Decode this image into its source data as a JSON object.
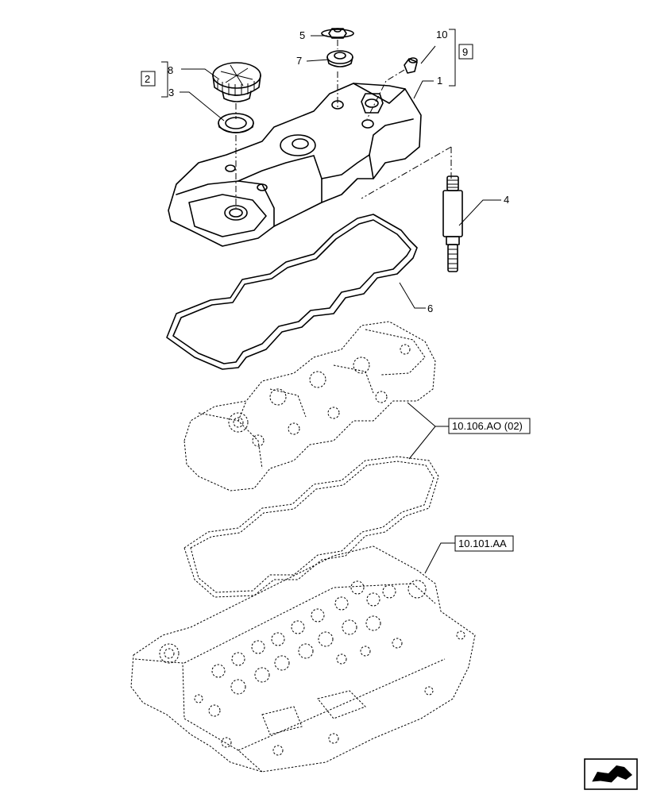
{
  "callouts": {
    "c1": "1",
    "c2": "2",
    "c3": "3",
    "c4": "4",
    "c5": "5",
    "c6": "6",
    "c7": "7",
    "c8": "8",
    "c9": "9",
    "c10": "10",
    "ref_cover": "10.106.AO (02)",
    "ref_head": "10.101.AA"
  },
  "icons": {
    "navigation": "nav-arrow-icon"
  }
}
